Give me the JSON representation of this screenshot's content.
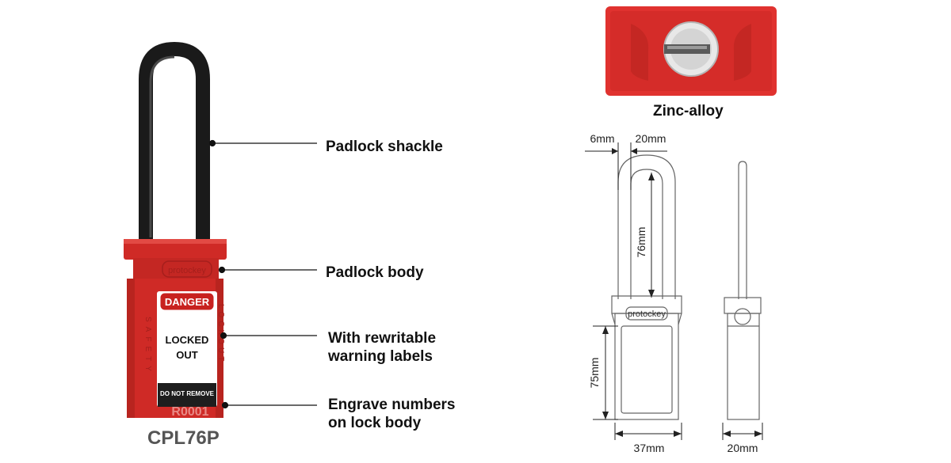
{
  "product": {
    "model": "CPL76P",
    "brand": "protockey",
    "label": {
      "header": "DANGER",
      "line1": "LOCKED",
      "line2": "OUT",
      "footer": "DO NOT REMOVE",
      "serial": "R0001",
      "side_left": "SAFETY",
      "side_right": "LOCKOUT"
    }
  },
  "callouts": [
    {
      "lines": [
        "Padlock shackle"
      ]
    },
    {
      "lines": [
        "Padlock body"
      ]
    },
    {
      "lines": [
        "With rewritable",
        "warning labels"
      ]
    },
    {
      "lines": [
        "Engrave numbers",
        "on lock body"
      ]
    }
  ],
  "detail": {
    "caption": "Zinc-alloy",
    "accent": "#e0322f"
  },
  "dimensions": {
    "shackle_dia": "6mm",
    "shackle_clearance": "20mm",
    "shackle_height": "76mm",
    "body_height": "75mm",
    "body_width": "37mm",
    "body_depth": "20mm"
  },
  "colors": {
    "body_red": "#cf2a26",
    "body_dark": "#a51f1c",
    "shackle_black": "#1a1a1a",
    "drawing_line": "#555555"
  }
}
